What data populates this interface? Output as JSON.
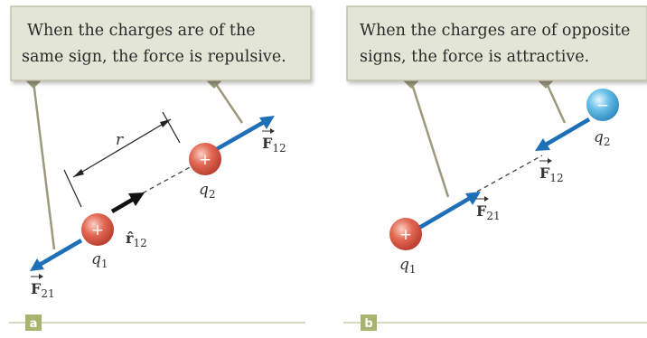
{
  "panel_a": {
    "badge": "a",
    "callout_line1": "When the charges are of the",
    "callout_line2": "same sign, the force is repulsive.",
    "q1_sign": "+",
    "q2_sign": "+",
    "q1": "q",
    "q1_sub": "1",
    "q2": "q",
    "q2_sub": "2",
    "distance": "r",
    "unit_vec": "r̂",
    "unit_vec_sub": "12",
    "force_upper": "F",
    "force_upper_sub": "12",
    "force_lower": "F",
    "force_lower_sub": "21"
  },
  "panel_b": {
    "badge": "b",
    "callout_line1": "When the charges are of opposite",
    "callout_line2": "signs, the force is attractive.",
    "q1_sign": "+",
    "q2_sign": "−",
    "q1": "q",
    "q1_sub": "1",
    "q2": "q",
    "q2_sub": "2",
    "force_upper": "F",
    "force_upper_sub": "12",
    "force_lower": "F",
    "force_lower_sub": "21"
  },
  "colors": {
    "callout_fill": "#e3e6d6",
    "callout_stroke": "#9c9a7c",
    "arrow_blue": "#1d6fb8",
    "positive_charge": "#e0604b",
    "negative_charge": "#5ab4e0",
    "badge": "#a8b46e"
  }
}
